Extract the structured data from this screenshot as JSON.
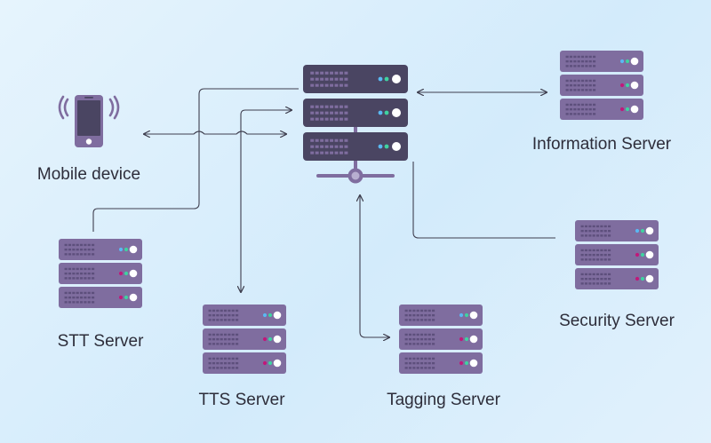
{
  "nodes": {
    "mobile": {
      "label": "Mobile device"
    },
    "info": {
      "label": "Information Server"
    },
    "stt": {
      "label": "STT Server"
    },
    "tts": {
      "label": "TTS Server"
    },
    "tagging": {
      "label": "Tagging Server"
    },
    "security": {
      "label": "Security Server"
    }
  },
  "colors": {
    "unit": "#4a4562",
    "rack": "#7f6d9f",
    "rack_grille": "#5d4f7c",
    "led_green": "#3fd2a0",
    "led_blue": "#5ab8f2",
    "led_magenta": "#c1187a",
    "led_white": "#ffffff",
    "line": "#3e3e4e",
    "hub": "#7f6d9f"
  }
}
